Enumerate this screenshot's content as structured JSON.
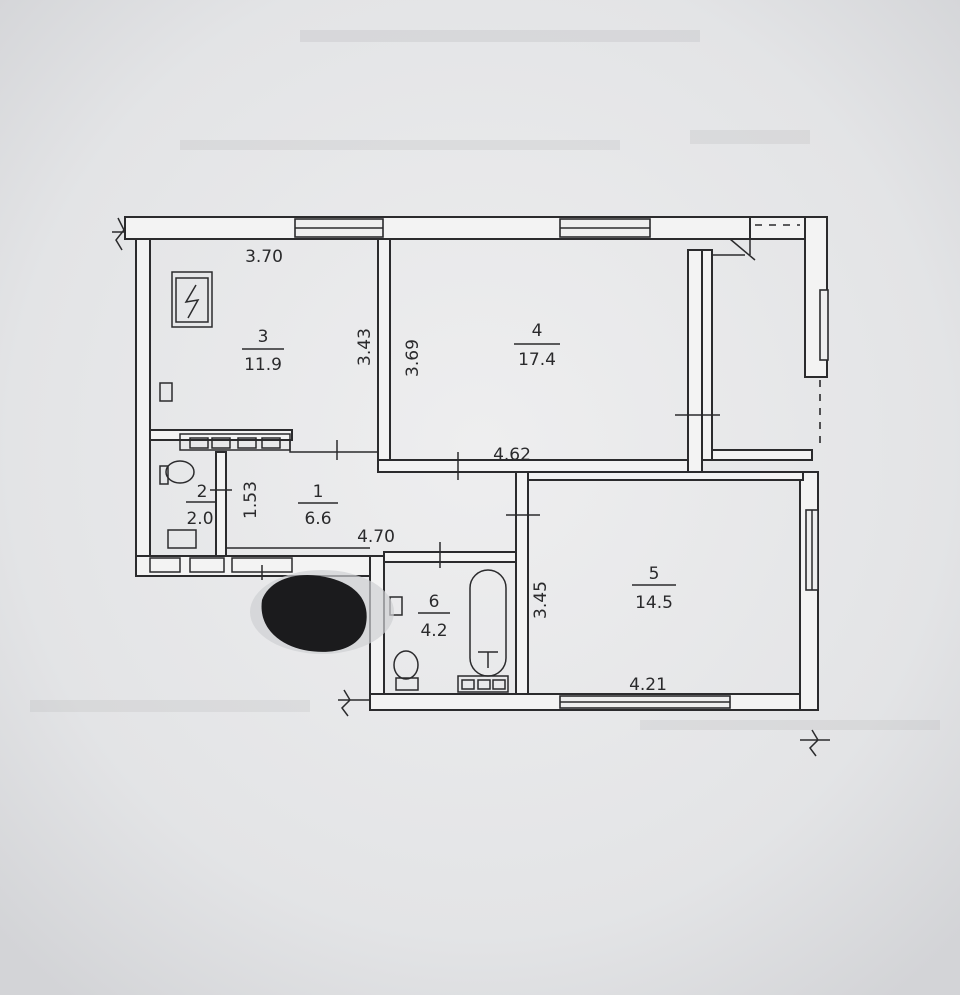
{
  "rooms": [
    {
      "id": "1",
      "number": "1",
      "area": "6.6"
    },
    {
      "id": "2",
      "number": "2",
      "area": "2.0"
    },
    {
      "id": "3",
      "number": "3",
      "area": "11.9"
    },
    {
      "id": "4",
      "number": "4",
      "area": "17.4"
    },
    {
      "id": "5",
      "number": "5",
      "area": "14.5"
    },
    {
      "id": "6",
      "number": "6",
      "area": "4.2"
    }
  ],
  "dimensions": {
    "d370": "3.70",
    "d343": "3.43",
    "d369": "3.69",
    "d462": "4.62",
    "d153": "1.53",
    "d470": "4.70",
    "d345": "3.45",
    "d421": "4.21"
  },
  "colors": {
    "paper": "#e9e9ea",
    "ink": "#2b2b2d"
  }
}
